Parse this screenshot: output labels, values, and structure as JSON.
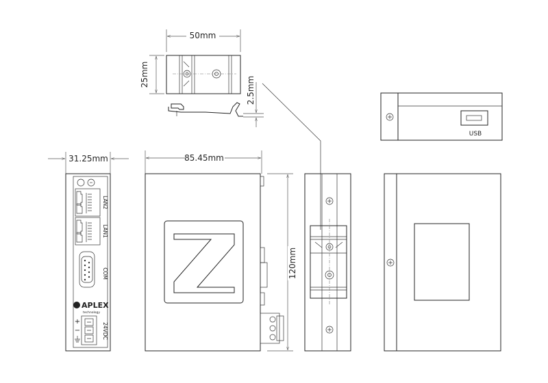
{
  "dimensions": {
    "width_top": "50mm",
    "height_top": "25mm",
    "clip_offset": "2.5mm",
    "width_front": "31.25mm",
    "depth_side": "85.45mm",
    "height_side": "120mm"
  },
  "front_panel": {
    "port_lan2": "LAN2",
    "port_lan1": "LAN1",
    "port_com": "COM",
    "power": "24VDC",
    "brand": "APLEX",
    "brand_sub": "technology",
    "plus_sign": "+",
    "minus_sign": "−"
  },
  "top_view": {
    "usb_label": "USB"
  },
  "logo": {
    "letter": "Z"
  },
  "colors": {
    "line": "#222222",
    "dimension": "#555555",
    "background": "#ffffff"
  }
}
